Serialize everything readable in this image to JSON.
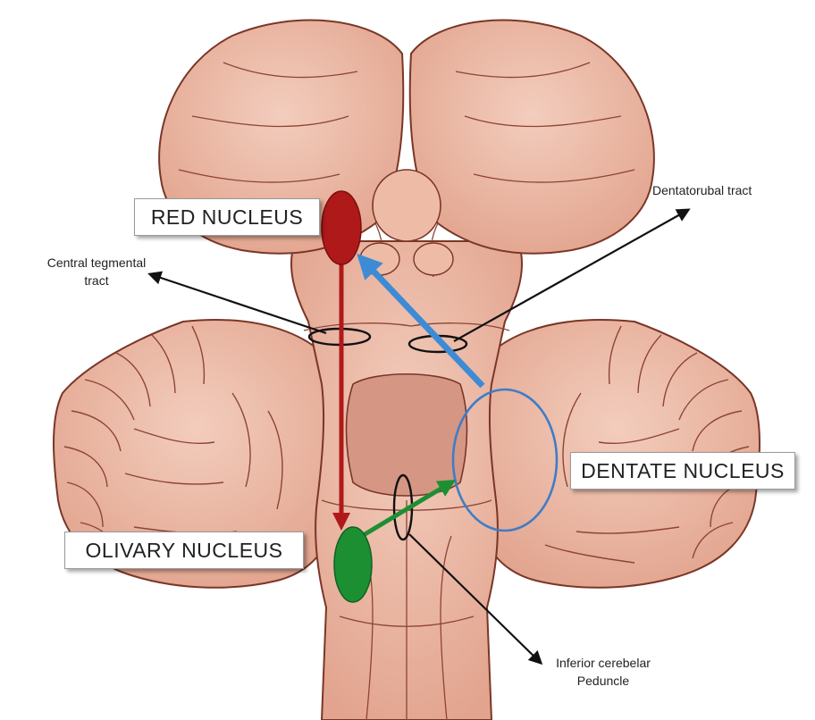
{
  "labels": {
    "red_nucleus": "RED NUCLEUS",
    "olivary_nucleus": "OLIVARY NUCLEUS",
    "dentate_nucleus": "DENTATE NUCLEUS",
    "dentatorubal_tract": "Dentatorubal tract",
    "central_tegmental_line1": "Central tegmental",
    "central_tegmental_line2": "tract",
    "inferior_peduncle_line1": "Inferior cerebelar",
    "inferior_peduncle_line2": "Peduncle"
  },
  "colors": {
    "tissue": "#eab7a3",
    "tissue_dark": "#d99580",
    "outline": "#7a3628",
    "red_nucleus": "#b01919",
    "olivary_nucleus": "#1d8f33",
    "dentate_circle": "#3f7cc7",
    "blue_arrow": "#3d8bd4",
    "red_arrow": "#b01919",
    "green_arrow": "#1d8f33"
  }
}
